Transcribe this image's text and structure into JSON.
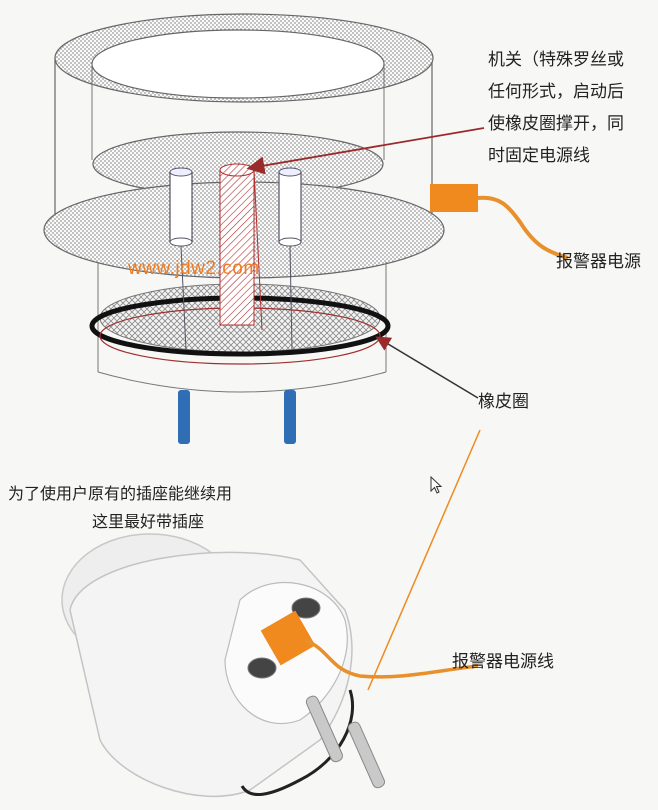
{
  "labels": {
    "switch_lines": [
      "机关（特殊罗丝或",
      "任何形式，启动后",
      "使橡皮圈撑开，同",
      "时固定电源线"
    ],
    "alarm_power": "报警器电源",
    "rubber_ring": "橡皮圈",
    "note_lines": [
      "为了使用户原有的插座能继续用",
      "这里最好带插座"
    ],
    "alarm_power_wire": "报警器电源线"
  },
  "watermark": "www.jdw2.com",
  "colors": {
    "accent_orange": "#f08a1e",
    "wire_orange": "#e8902c",
    "pin_blue": "#2f6db4",
    "arrow_red": "#9b2a2a",
    "gasket_black": "#111111",
    "outline_gray": "#555555"
  }
}
